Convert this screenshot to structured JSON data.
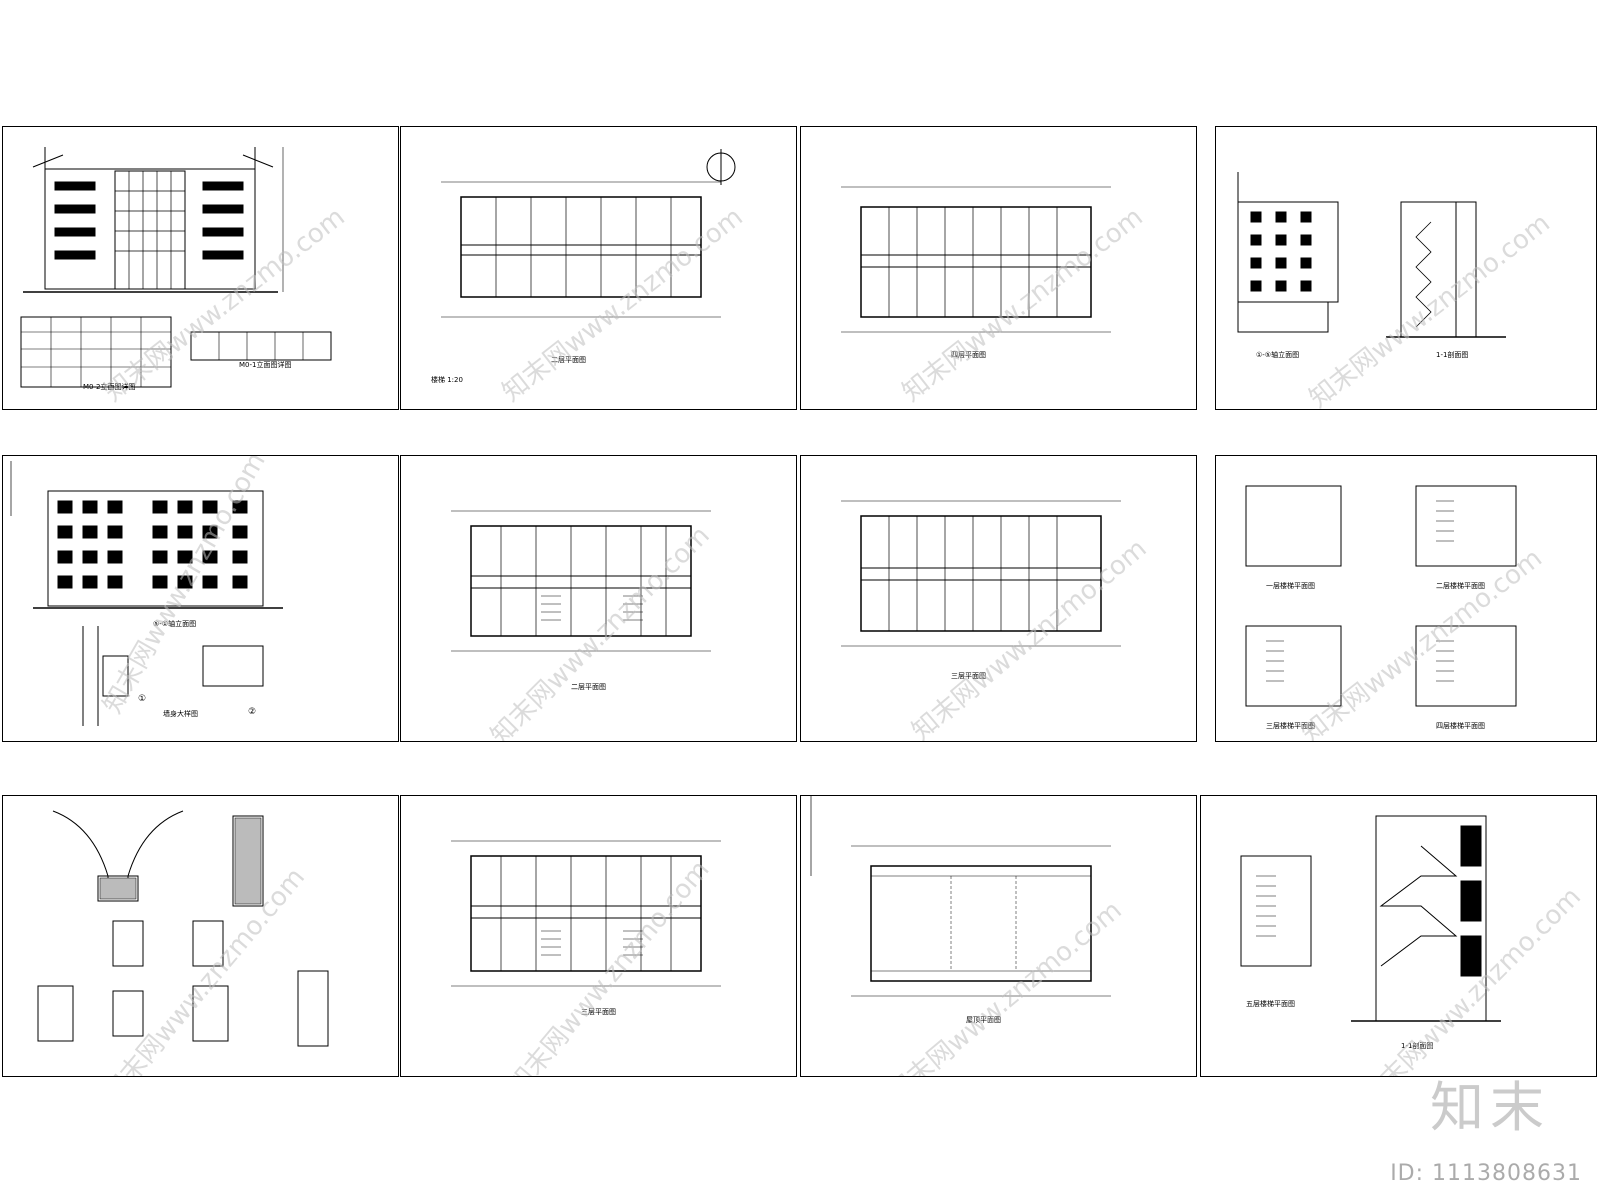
{
  "sheets": [
    {
      "labels": [
        "M0-1立面图详图",
        "M0-2立面图详图"
      ]
    },
    {
      "labels": [
        "二层平面图",
        "楼梯 1:20"
      ]
    },
    {
      "labels": [
        "四层平面图"
      ]
    },
    {
      "labels": [
        "①-⑤轴立面图",
        "1-1剖面图"
      ]
    },
    {
      "labels": [
        "⑤-①轴立面图",
        "墙身大样图",
        "②",
        "①"
      ]
    },
    {
      "labels": [
        "二层平面图"
      ]
    },
    {
      "labels": [
        "三层平面图"
      ]
    },
    {
      "labels": [
        "一层楼梯平面图",
        "二层楼梯平面图",
        "三层楼梯平面图",
        "四层楼梯平面图"
      ]
    },
    {
      "labels": []
    },
    {
      "labels": [
        "三层平面图"
      ]
    },
    {
      "labels": [
        "屋顶平面图"
      ]
    },
    {
      "labels": [
        "五层楼梯平面图",
        "1-1剖面图"
      ]
    }
  ],
  "watermark": {
    "logo": "知末",
    "id_label": "ID: 1113808631",
    "diagonal_texts": [
      "知末网www.znzmo.com"
    ]
  }
}
